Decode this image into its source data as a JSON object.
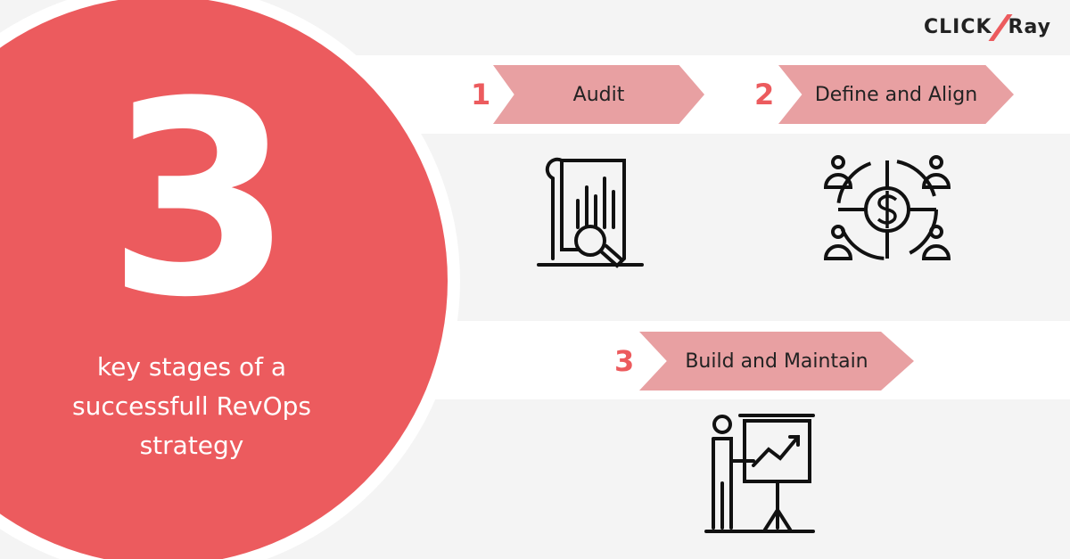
{
  "logo": {
    "text_left": "CLICK",
    "text_right": "Ray"
  },
  "hero": {
    "number": "3",
    "subtitle": "key stages of a successfull RevOps strategy"
  },
  "stages": [
    {
      "number": "1",
      "label": "Audit",
      "icon": "audit-document-magnifier-icon"
    },
    {
      "number": "2",
      "label": "Define and Align",
      "icon": "people-dollar-network-icon"
    },
    {
      "number": "3",
      "label": "Build and Maintain",
      "icon": "presenter-chart-icon"
    }
  ],
  "colors": {
    "accent": "#ec5b5e",
    "chevron": "#e8a0a2",
    "background": "#f4f4f4"
  }
}
